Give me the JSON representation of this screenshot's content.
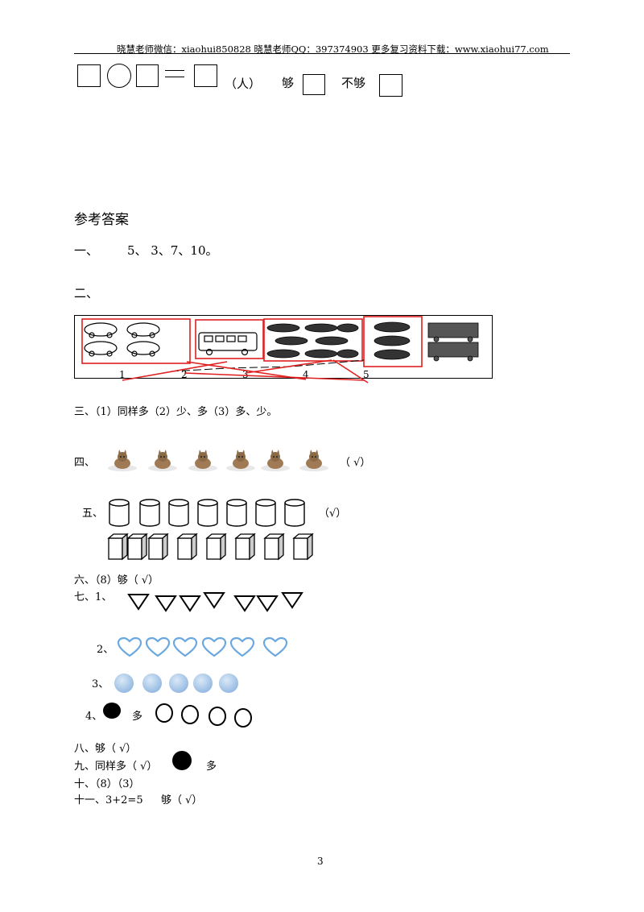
{
  "header": {
    "text": "晓慧老师微信：xiaohui850828 晓慧老师QQ：397374903 更多复习资料下载：www.xiaohui77.com"
  },
  "top_equation": {
    "unit": "（人）",
    "enough": "够",
    "not_enough": "不够"
  },
  "answers": {
    "title": "参考答案",
    "q1": {
      "label": "一、",
      "text": "5、 3、7、10。"
    },
    "q2": {
      "label": "二、",
      "numbers": [
        "1",
        "2",
        "3",
        "4",
        "5"
      ]
    },
    "q3": {
      "text": "三、（1）同样多（2）少、多（3）多、少。"
    },
    "q4": {
      "label": "四、",
      "mark": "（ √）"
    },
    "q5": {
      "label": "五、",
      "mark": "（√）"
    },
    "q6": {
      "text": "六、（8）够（ √）"
    },
    "q7": {
      "label": "七、1、",
      "sub2": "2、",
      "sub3": "3、",
      "sub4": "4、",
      "more": "多"
    },
    "q8": {
      "text": "八、够（ √）"
    },
    "q9": {
      "text": "九、同样多（ √）",
      "more": "多"
    },
    "q10": {
      "text": "十、（8）（3）"
    },
    "q11": {
      "label": "十一、3+2=5",
      "answer": "够（ √）"
    }
  },
  "page_number": "3",
  "colors": {
    "red_line": "#e02020",
    "heart_stroke": "#6aa8df",
    "circle_fill": "#a9c9ea"
  }
}
